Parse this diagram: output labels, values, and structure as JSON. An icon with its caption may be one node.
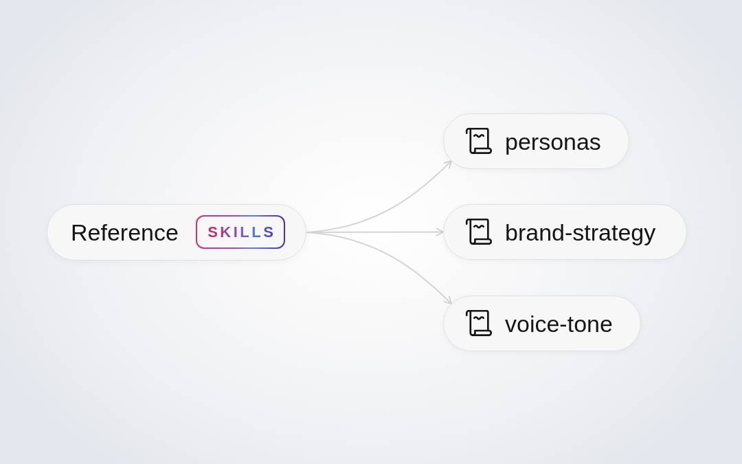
{
  "diagram": {
    "nodes": [
      {
        "text": [
          "Reference"
        ]
      },
      {
        "text": [
          "SKILLS"
        ],
        "in": 0
      },
      {
        "text": [
          "personas"
        ]
      },
      {
        "text": [
          "brand-strategy"
        ]
      },
      {
        "text": [
          "voice-tone"
        ]
      }
    ],
    "edges": [
      {
        "from": 0,
        "to": 2,
        "arrow": "to"
      },
      {
        "from": 0,
        "to": 3,
        "arrow": "to"
      },
      {
        "from": 0,
        "to": 4,
        "arrow": "to"
      }
    ]
  }
}
